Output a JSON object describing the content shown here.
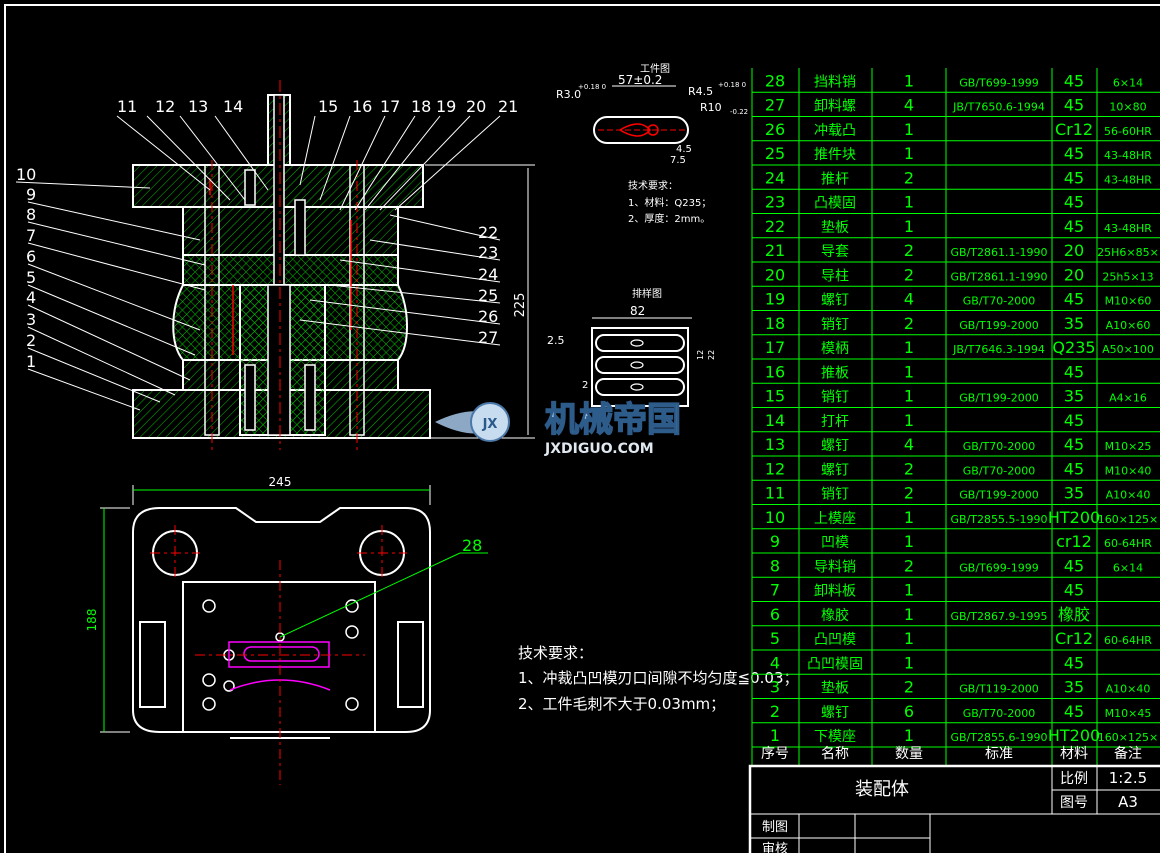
{
  "colors": {
    "background": "#000000",
    "outline": "#ffffff",
    "hatch": "#00c000",
    "bom": "#00ff00",
    "dim": "#00ff00",
    "table_text": "#00ff00",
    "center_line": "#ff0000",
    "workpiece": "#ff00ff",
    "watermark": "#9ab8d8"
  },
  "balloons_top": [
    "11",
    "12",
    "13",
    "14",
    "15",
    "16",
    "17",
    "18",
    "19",
    "20",
    "21"
  ],
  "balloons_left": [
    "10",
    "9",
    "8",
    "7",
    "6",
    "5",
    "4",
    "3",
    "2",
    "1"
  ],
  "balloons_right": [
    "22",
    "23",
    "24",
    "25",
    "26",
    "27"
  ],
  "balloon_plan": "28",
  "dims": {
    "height": "225",
    "plan_width": "245",
    "plan_height": "188"
  },
  "workpiece_drawing": {
    "title": "工件图",
    "dim_length": "57±0.2",
    "r_left": "R3.0",
    "r_left_tol": "+0.18 0",
    "r_right": "R4.5",
    "r_right_tol": "+0.18 0",
    "r_outer": "R10",
    "r_outer_tol": "-0.22",
    "d1": "4.5",
    "d2": "7.5",
    "req_title": "技术要求：",
    "req_1": "1、材料：Q235；",
    "req_2": "2、厚度：2mm。"
  },
  "strip_layout": {
    "title": "排样图",
    "width": "82",
    "pitch": "2.5",
    "gap": "2",
    "side1": "12",
    "side2": "22"
  },
  "tech_requirements": {
    "title": "技术要求：",
    "line1": "1、冲裁凸凹模刃口间隙不均匀度≦0.03；",
    "line2": "2、工件毛刺不大于0.03mm；"
  },
  "watermark": {
    "cn": "机械帝国",
    "en": "JXDIGUO.COM",
    "badge": "JX"
  },
  "bom": {
    "rows": [
      {
        "no": "28",
        "name": "挡料销",
        "qty": "1",
        "std": "GB/T699-1999",
        "mat": "45",
        "note": "6×14"
      },
      {
        "no": "27",
        "name": "卸料螺",
        "qty": "4",
        "std": "JB/T7650.6-1994",
        "mat": "45",
        "note": "10×80"
      },
      {
        "no": "26",
        "name": "冲载凸",
        "qty": "1",
        "std": "",
        "mat": "Cr12",
        "note": "56-60HR"
      },
      {
        "no": "25",
        "name": "推件块",
        "qty": "1",
        "std": "",
        "mat": "45",
        "note": "43-48HR"
      },
      {
        "no": "24",
        "name": "推杆",
        "qty": "2",
        "std": "",
        "mat": "45",
        "note": "43-48HR"
      },
      {
        "no": "23",
        "name": "凸模固",
        "qty": "1",
        "std": "",
        "mat": "45",
        "note": ""
      },
      {
        "no": "22",
        "name": "垫板",
        "qty": "1",
        "std": "",
        "mat": "45",
        "note": "43-48HR"
      },
      {
        "no": "21",
        "name": "导套",
        "qty": "2",
        "std": "GB/T2861.1-1990",
        "mat": "20",
        "note": "25H6×85×"
      },
      {
        "no": "20",
        "name": "导柱",
        "qty": "2",
        "std": "GB/T2861.1-1990",
        "mat": "20",
        "note": "25h5×13"
      },
      {
        "no": "19",
        "name": "螺钉",
        "qty": "4",
        "std": "GB/T70-2000",
        "mat": "45",
        "note": "M10×60"
      },
      {
        "no": "18",
        "name": "销钉",
        "qty": "2",
        "std": "GB/T199-2000",
        "mat": "35",
        "note": "A10×60"
      },
      {
        "no": "17",
        "name": "模柄",
        "qty": "1",
        "std": "JB/T7646.3-1994",
        "mat": "Q235",
        "note": "A50×100"
      },
      {
        "no": "16",
        "name": "推板",
        "qty": "1",
        "std": "",
        "mat": "45",
        "note": ""
      },
      {
        "no": "15",
        "name": "销钉",
        "qty": "1",
        "std": "GB/T199-2000",
        "mat": "35",
        "note": "A4×16"
      },
      {
        "no": "14",
        "name": "打杆",
        "qty": "1",
        "std": "",
        "mat": "45",
        "note": ""
      },
      {
        "no": "13",
        "name": "螺钉",
        "qty": "4",
        "std": "GB/T70-2000",
        "mat": "45",
        "note": "M10×25"
      },
      {
        "no": "12",
        "name": "螺钉",
        "qty": "2",
        "std": "GB/T70-2000",
        "mat": "45",
        "note": "M10×40"
      },
      {
        "no": "11",
        "name": "销钉",
        "qty": "2",
        "std": "GB/T199-2000",
        "mat": "35",
        "note": "A10×40"
      },
      {
        "no": "10",
        "name": "上模座",
        "qty": "1",
        "std": "GB/T2855.5-1990",
        "mat": "HT200",
        "note": "160×125×"
      },
      {
        "no": "9",
        "name": "凹模",
        "qty": "1",
        "std": "",
        "mat": "cr12",
        "note": "60-64HR"
      },
      {
        "no": "8",
        "name": "导料销",
        "qty": "2",
        "std": "GB/T699-1999",
        "mat": "45",
        "note": "6×14"
      },
      {
        "no": "7",
        "name": "卸料板",
        "qty": "1",
        "std": "",
        "mat": "45",
        "note": ""
      },
      {
        "no": "6",
        "name": "橡胶",
        "qty": "1",
        "std": "GB/T2867.9-1995",
        "mat": "橡胶",
        "note": ""
      },
      {
        "no": "5",
        "name": "凸凹模",
        "qty": "1",
        "std": "",
        "mat": "Cr12",
        "note": "60-64HR"
      },
      {
        "no": "4",
        "name": "凸凹模固",
        "qty": "1",
        "std": "",
        "mat": "45",
        "note": ""
      },
      {
        "no": "3",
        "name": "垫板",
        "qty": "2",
        "std": "GB/T119-2000",
        "mat": "35",
        "note": "A10×40"
      },
      {
        "no": "2",
        "name": "螺钉",
        "qty": "6",
        "std": "GB/T70-2000",
        "mat": "45",
        "note": "M10×45"
      },
      {
        "no": "1",
        "name": "下模座",
        "qty": "1",
        "std": "GB/T2855.6-1990",
        "mat": "HT200",
        "note": "160×125×"
      }
    ],
    "header": {
      "no": "序号",
      "name": "名称",
      "qty": "数量",
      "std": "标准",
      "mat": "材料",
      "note": "备注"
    }
  },
  "title_block": {
    "name": "装配体",
    "scale_label": "比例",
    "scale": "1:2.5",
    "drawing_no_label": "图号",
    "drawing_no": "A3",
    "drawn_label": "制图",
    "checked_label": "审核"
  }
}
